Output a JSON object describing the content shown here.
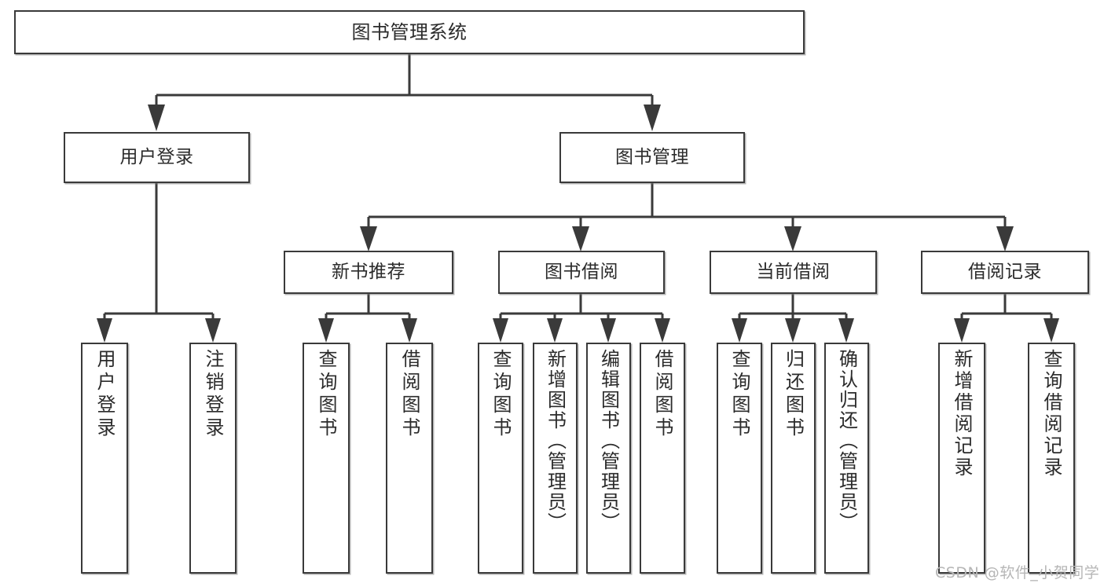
{
  "diagram": {
    "type": "tree",
    "title": "图书管理系统",
    "colors": {
      "box_border": "#3a3a3a",
      "box_fill": "#ffffff",
      "text": "#2b2b2b",
      "connector": "#3a3a3a",
      "watermark": "#b6b6b6",
      "page_background": "#ffffff"
    },
    "root": {
      "label": "图书管理系统"
    },
    "level2": [
      {
        "label": "用户登录"
      },
      {
        "label": "图书管理"
      }
    ],
    "level3": [
      {
        "label": "新书推荐"
      },
      {
        "label": "图书借阅"
      },
      {
        "label": "当前借阅"
      },
      {
        "label": "借阅记录"
      }
    ],
    "leaves": {
      "user_login": [
        {
          "label": "用户登录"
        },
        {
          "label": "注销登录"
        }
      ],
      "new_book_recommend": [
        {
          "label": "查询图书"
        },
        {
          "label": "借阅图书"
        }
      ],
      "book_borrow": [
        {
          "label": "查询图书"
        },
        {
          "label": "新增图书（管理员）"
        },
        {
          "label": "编辑图书（管理员）"
        },
        {
          "label": "借阅图书"
        }
      ],
      "current_borrow": [
        {
          "label": "查询图书"
        },
        {
          "label": "归还图书"
        },
        {
          "label": "确认归还（管理员）"
        }
      ],
      "borrow_record": [
        {
          "label": "新增借阅记录"
        },
        {
          "label": "查询借阅记录"
        }
      ]
    }
  },
  "watermark": {
    "text": "CSDN @软件_小贺同学"
  }
}
